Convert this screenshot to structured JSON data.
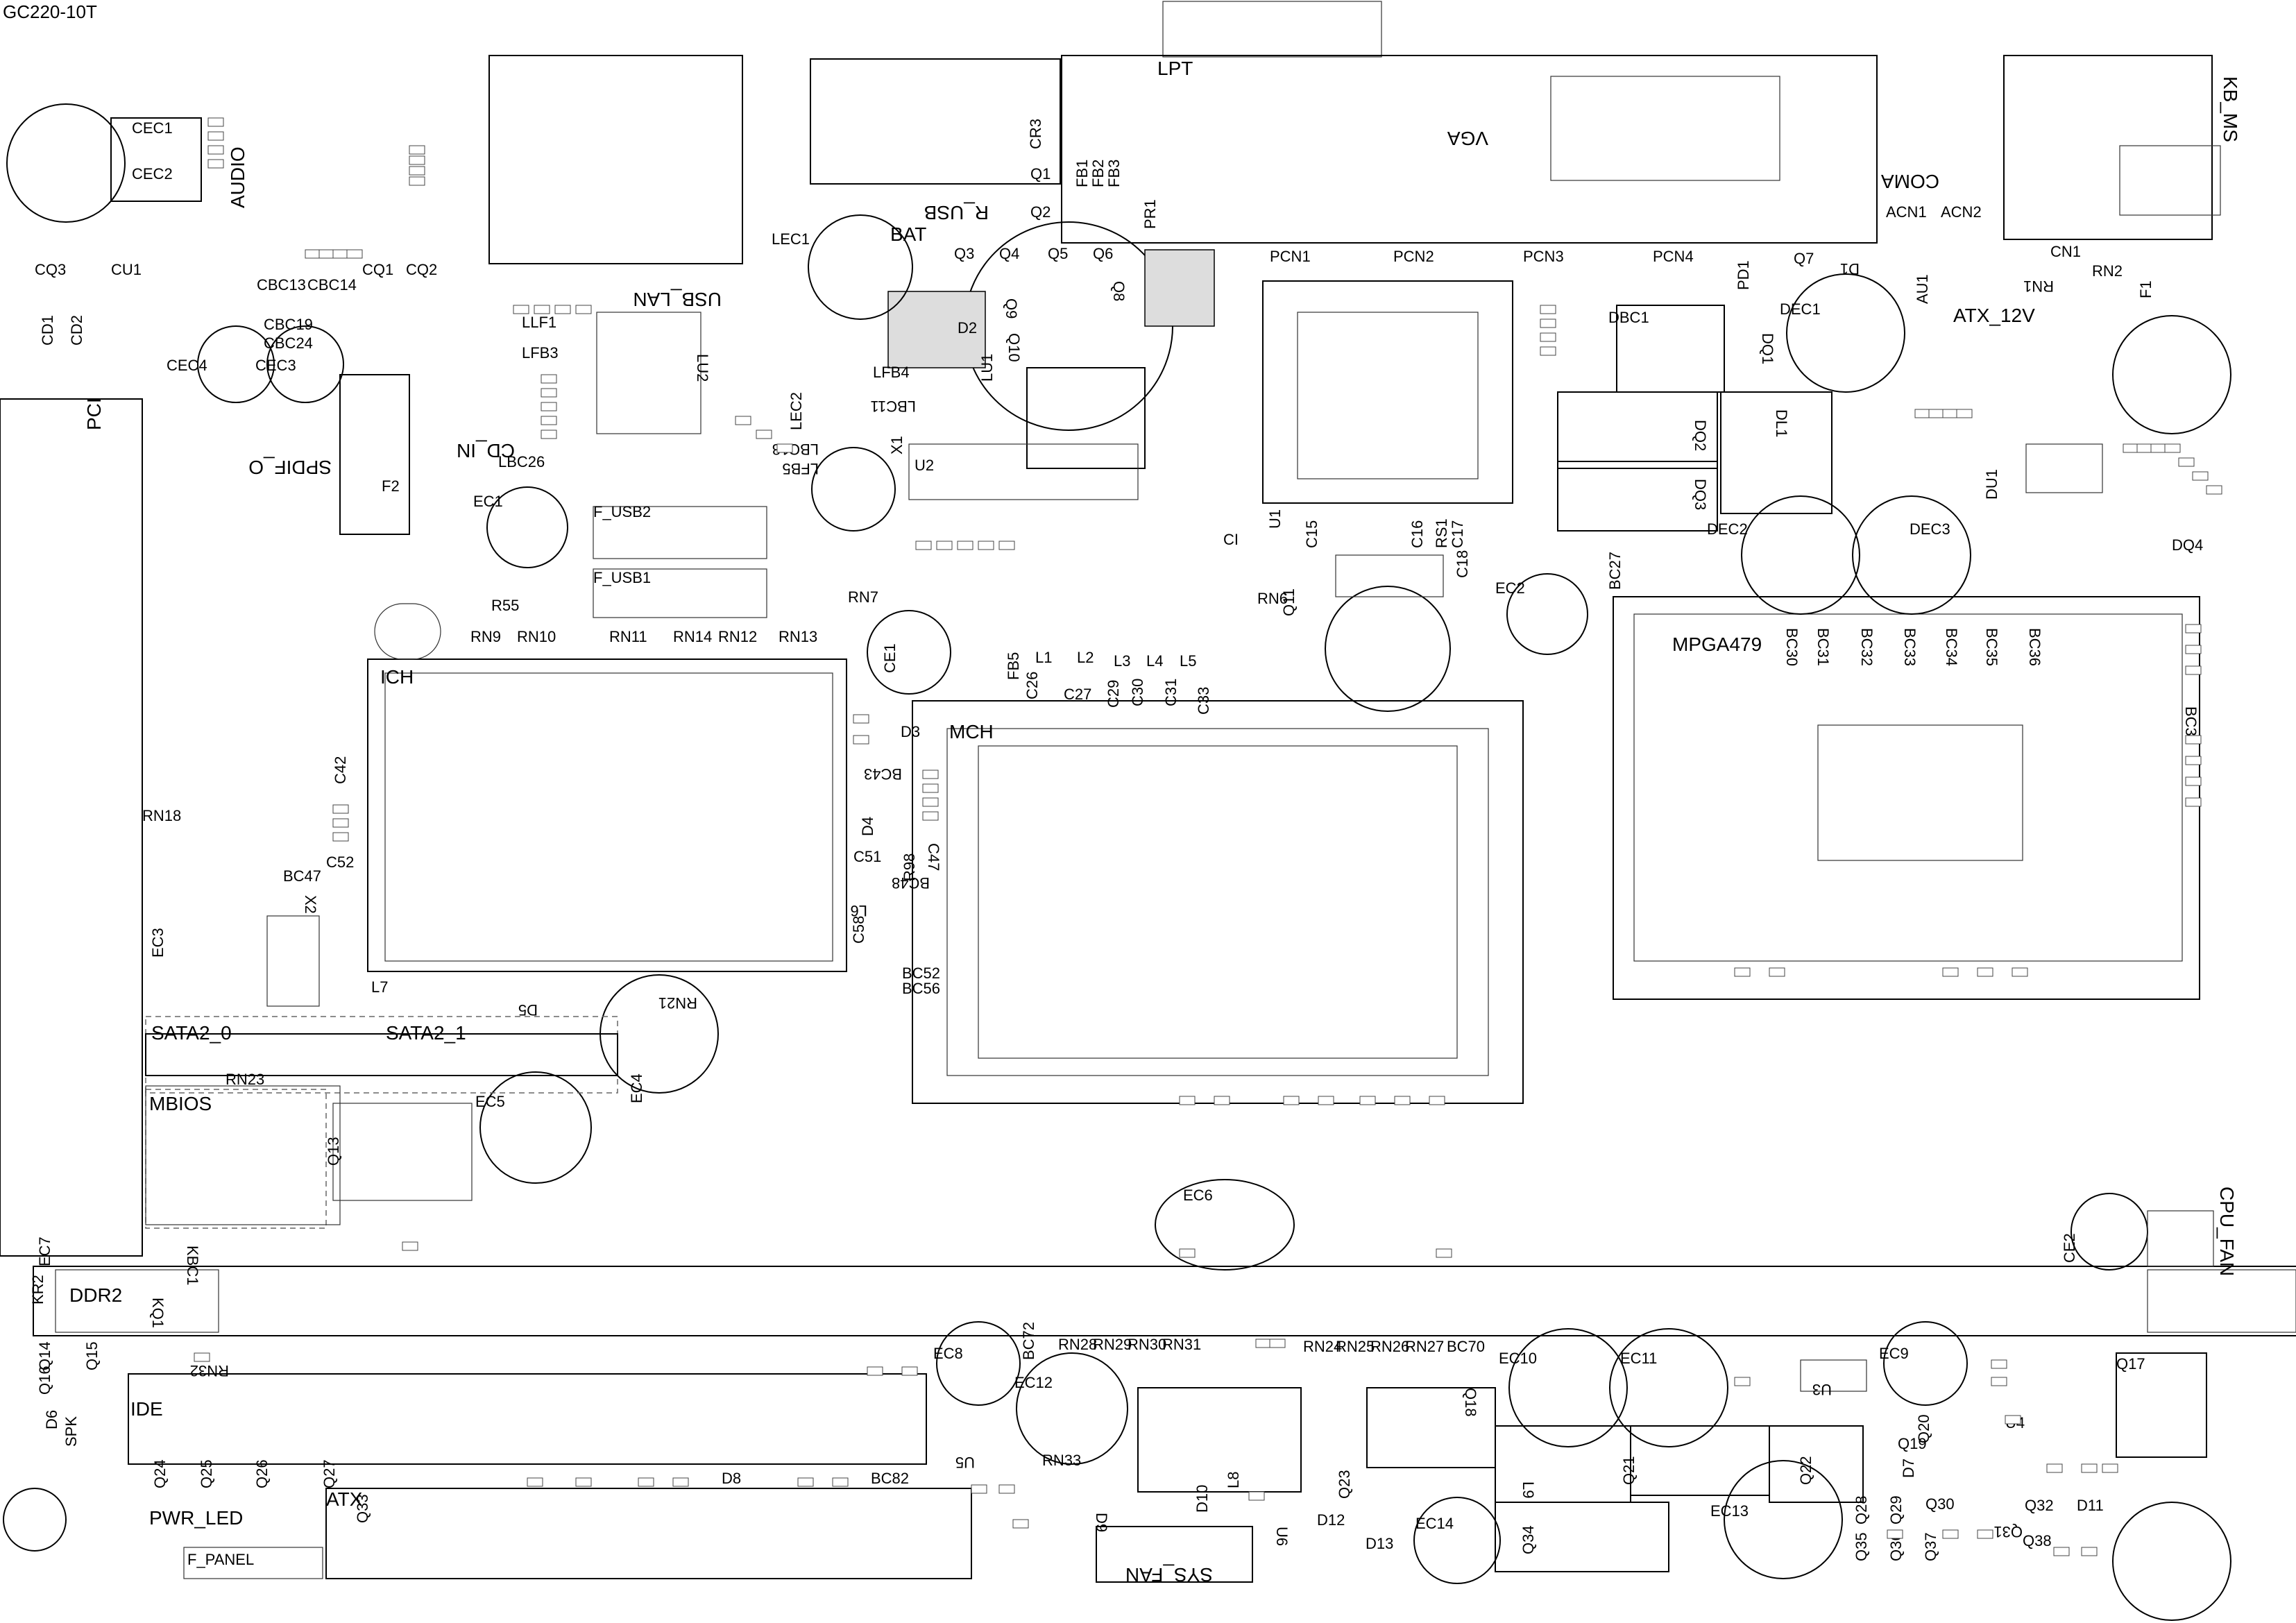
{
  "title": "GC220-10T",
  "sections": {
    "large_labels": [
      "LPT",
      "VGA",
      "COMA",
      "KB_MS",
      "AUDIO",
      "USB_LAN",
      "CD_IN",
      "SPDIF_O",
      "PCI",
      "ICH",
      "MCH",
      "MPGA479",
      "DDR2",
      "IDE",
      "SATA2_0",
      "SATA2_1",
      "MBIOS",
      "PWR_LED",
      "ATX",
      "ATX_12V",
      "CPU_FAN",
      "SYS_FAN",
      "R_USB",
      "BAT"
    ],
    "components": [
      "CEC1",
      "CEC2",
      "CEC3",
      "CEC4",
      "CQ1",
      "CQ2",
      "CQ3",
      "CU1",
      "CD1",
      "CD2",
      "CBC13",
      "CBC14",
      "CBC19",
      "CBC24",
      "LEC1",
      "LEC2",
      "LU1",
      "LU2",
      "LLF1",
      "LFB3",
      "LBC26",
      "LFB4",
      "LBC11",
      "LBC18",
      "LFB5",
      "EC1",
      "EC2",
      "EC3",
      "EC4",
      "EC5",
      "EC6",
      "EC7",
      "EC8",
      "EC9",
      "EC10",
      "EC11",
      "EC12",
      "EC13",
      "EC14",
      "CE1",
      "CE2",
      "F1",
      "F2",
      "U1",
      "U2",
      "U3",
      "U4",
      "U5",
      "U6",
      "X1",
      "X2",
      "Q1",
      "Q2",
      "Q3",
      "Q4",
      "Q5",
      "Q6",
      "Q7",
      "Q8",
      "Q9",
      "Q10",
      "Q11",
      "Q13",
      "Q14",
      "Q15",
      "Q16",
      "Q17",
      "Q18",
      "Q19",
      "Q20",
      "Q21",
      "Q22",
      "Q23",
      "Q24",
      "Q25",
      "Q26",
      "Q27",
      "Q28",
      "Q29",
      "Q30",
      "Q31",
      "Q32",
      "Q33",
      "Q34",
      "Q35",
      "Q36",
      "Q37",
      "Q38",
      "D1",
      "D2",
      "D3",
      "D4",
      "D5",
      "D6",
      "D7",
      "D8",
      "D9",
      "D10",
      "D11",
      "D12",
      "D13",
      "DQ1",
      "DQ2",
      "DQ3",
      "DQ4",
      "DL1",
      "DU1",
      "DEC1",
      "DEC2",
      "DEC3",
      "DBC1",
      "L1",
      "L2",
      "L3",
      "L4",
      "L5",
      "L6",
      "L7",
      "L8",
      "L9",
      "PCN1",
      "PCN2",
      "PCN3",
      "PCN4",
      "PD1",
      "ACN1",
      "ACN2",
      "AU1",
      "CN1",
      "RN1",
      "RN2",
      "RN6",
      "RN7",
      "RN9",
      "RN10",
      "RN11",
      "RN12",
      "RN13",
      "RN14",
      "RN18",
      "RN21",
      "RN23",
      "RN24",
      "RN25",
      "RN26",
      "RN27",
      "RN28",
      "RN29",
      "RN30",
      "RN31",
      "RN32",
      "RN33",
      "KQ1",
      "KR2",
      "KBC1",
      "BC27",
      "BC30",
      "BC31",
      "BC32",
      "BC33",
      "BC34",
      "BC35",
      "BC36",
      "BC39",
      "BC43",
      "BC47",
      "BC48",
      "BC52",
      "BC56",
      "BC70",
      "BC72",
      "BC82",
      "C18",
      "C26",
      "C27",
      "C29",
      "C30",
      "C31",
      "C33",
      "C42",
      "C47",
      "C52",
      "C58",
      "C51",
      "FB5",
      "R55",
      "R98",
      "CI",
      "CR3",
      "FB1",
      "FB2",
      "FB3",
      "PR1",
      "RS1",
      "C15",
      "C16",
      "C17",
      "SPK",
      "F_USB1",
      "F_USB2",
      "F_PANEL"
    ]
  }
}
